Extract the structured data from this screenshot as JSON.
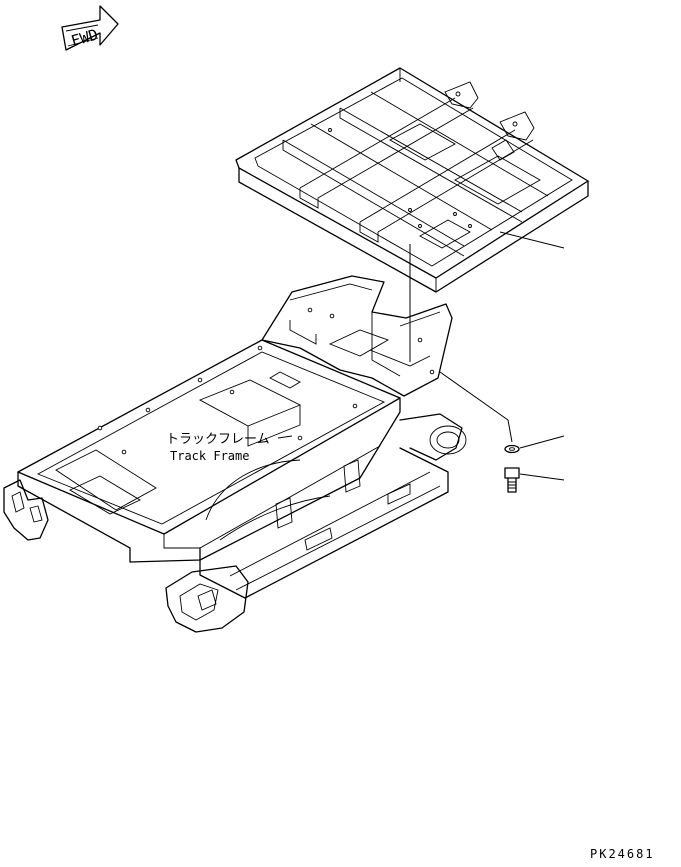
{
  "direction_arrow": {
    "label": "FWD",
    "icon": "fwd-arrow-icon"
  },
  "callouts": {
    "track_frame_jp": "トラックフレーム",
    "track_frame_en": "Track Frame"
  },
  "drawing_number": "PK24681"
}
